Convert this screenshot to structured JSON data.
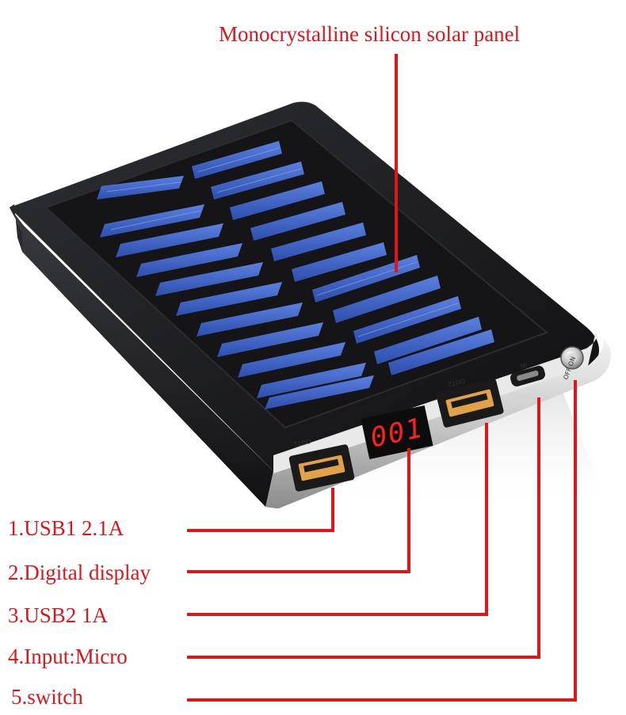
{
  "title": "Monocrystalline silicon solar panel",
  "callouts": [
    {
      "label": "1.USB1  2.1A"
    },
    {
      "label": "2.Digital display"
    },
    {
      "label": "3.USB2  1A"
    },
    {
      "label": "4.Input:Micro"
    },
    {
      "label": "5.switch"
    }
  ],
  "device": {
    "display_reading": "001",
    "port_labels": {
      "out1": "OUT1",
      "out2": "OUT2",
      "in": "IN",
      "switch": "OFF ON"
    }
  },
  "colors": {
    "callout_red": "#e0141b",
    "body_black": "#1a1a1c",
    "solar_cell_blue": "#3d63c9",
    "display_red": "#ff2020",
    "silver": "#c8c8c8"
  }
}
